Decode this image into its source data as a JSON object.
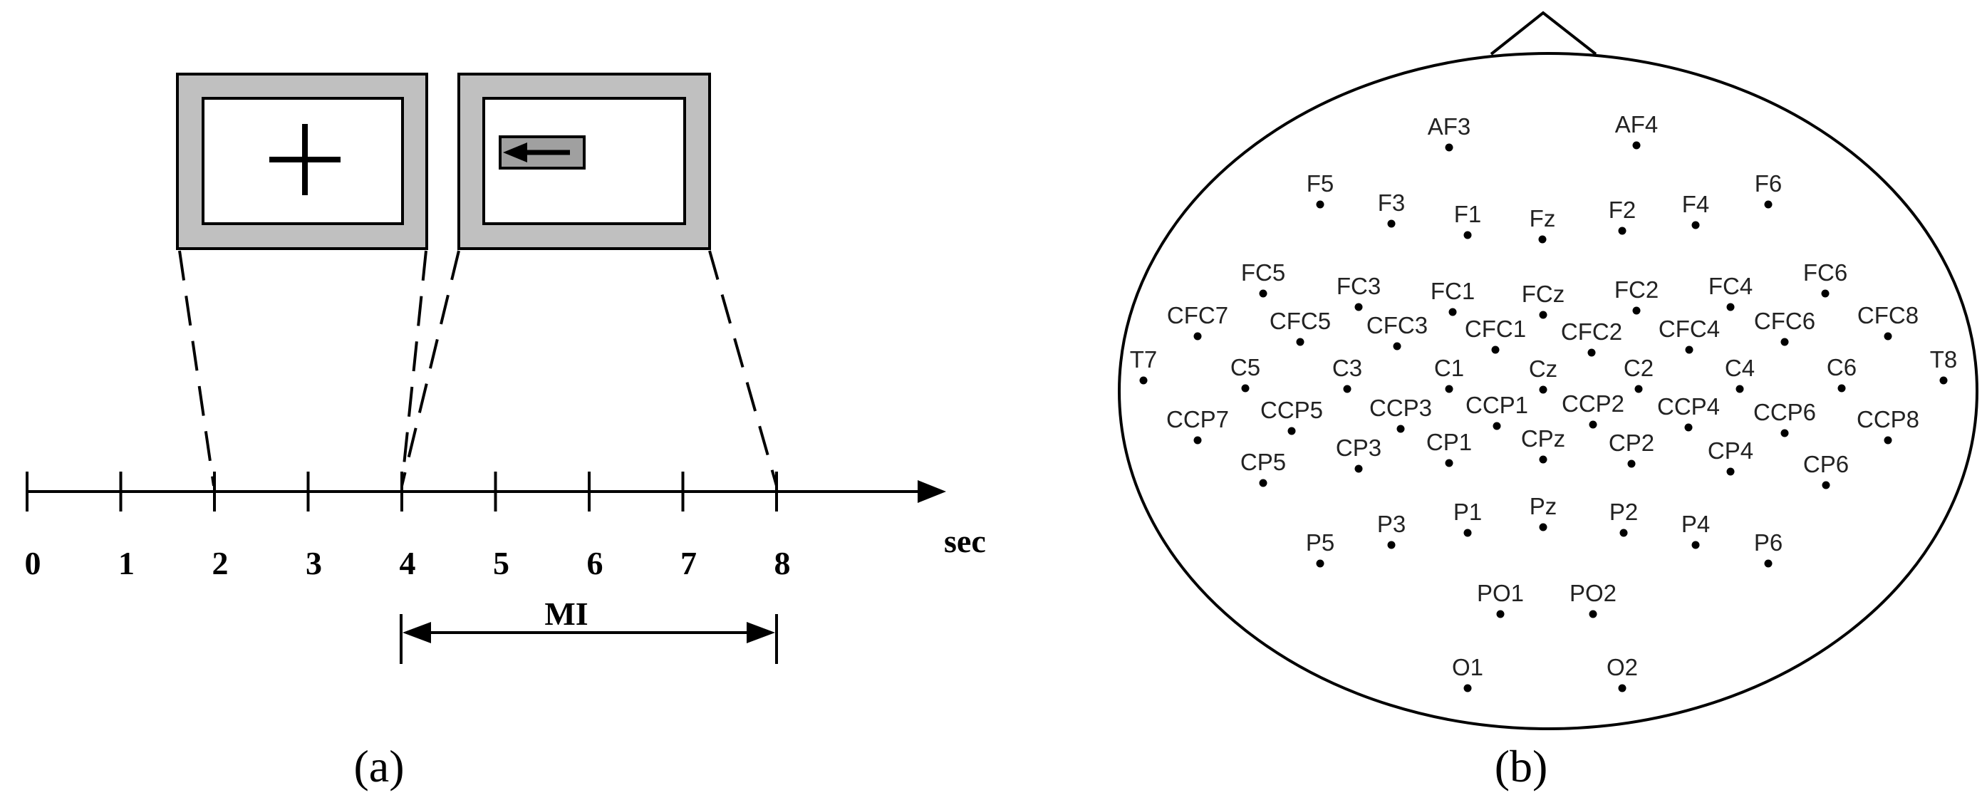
{
  "panel_a": {
    "caption": "(a)",
    "time_unit": "sec",
    "ticks": [
      "0",
      "1",
      "2",
      "3",
      "4",
      "5",
      "6",
      "7",
      "8"
    ],
    "mi_label": "MI",
    "mi_start": 4,
    "mi_end": 8,
    "screens": [
      {
        "content": "fixation-cross",
        "time_start": 2,
        "time_end": 4
      },
      {
        "content": "left-arrow-cue",
        "time_start": 4,
        "time_end": 8
      }
    ]
  },
  "panel_b": {
    "caption": "(b)",
    "electrodes": {
      "AF3": "AF3",
      "AF4": "AF4",
      "F5": "F5",
      "F3": "F3",
      "F1": "F1",
      "Fz": "Fz",
      "F2": "F2",
      "F4": "F4",
      "F6": "F6",
      "FC5": "FC5",
      "FC3": "FC3",
      "FC1": "FC1",
      "FCz": "FCz",
      "FC2": "FC2",
      "FC4": "FC4",
      "FC6": "FC6",
      "CFC7": "CFC7",
      "CFC5": "CFC5",
      "CFC3": "CFC3",
      "CFC1": "CFC1",
      "CFC2": "CFC2",
      "CFC4": "CFC4",
      "CFC6": "CFC6",
      "CFC8": "CFC8",
      "T7": "T7",
      "C5": "C5",
      "C3": "C3",
      "C1": "C1",
      "Cz": "Cz",
      "C2": "C2",
      "C4": "C4",
      "C6": "C6",
      "T8": "T8",
      "CCP7": "CCP7",
      "CCP5": "CCP5",
      "CCP3": "CCP3",
      "CCP1": "CCP1",
      "CCP2": "CCP2",
      "CCP4": "CCP4",
      "CCP6": "CCP6",
      "CCP8": "CCP8",
      "CP5": "CP5",
      "CP3": "CP3",
      "CP1": "CP1",
      "CPz": "CPz",
      "CP2": "CP2",
      "CP4": "CP4",
      "CP6": "CP6",
      "P5": "P5",
      "P3": "P3",
      "P1": "P1",
      "Pz": "Pz",
      "P2": "P2",
      "P4": "P4",
      "P6": "P6",
      "PO1": "PO1",
      "PO2": "PO2",
      "O1": "O1",
      "O2": "O2"
    }
  }
}
